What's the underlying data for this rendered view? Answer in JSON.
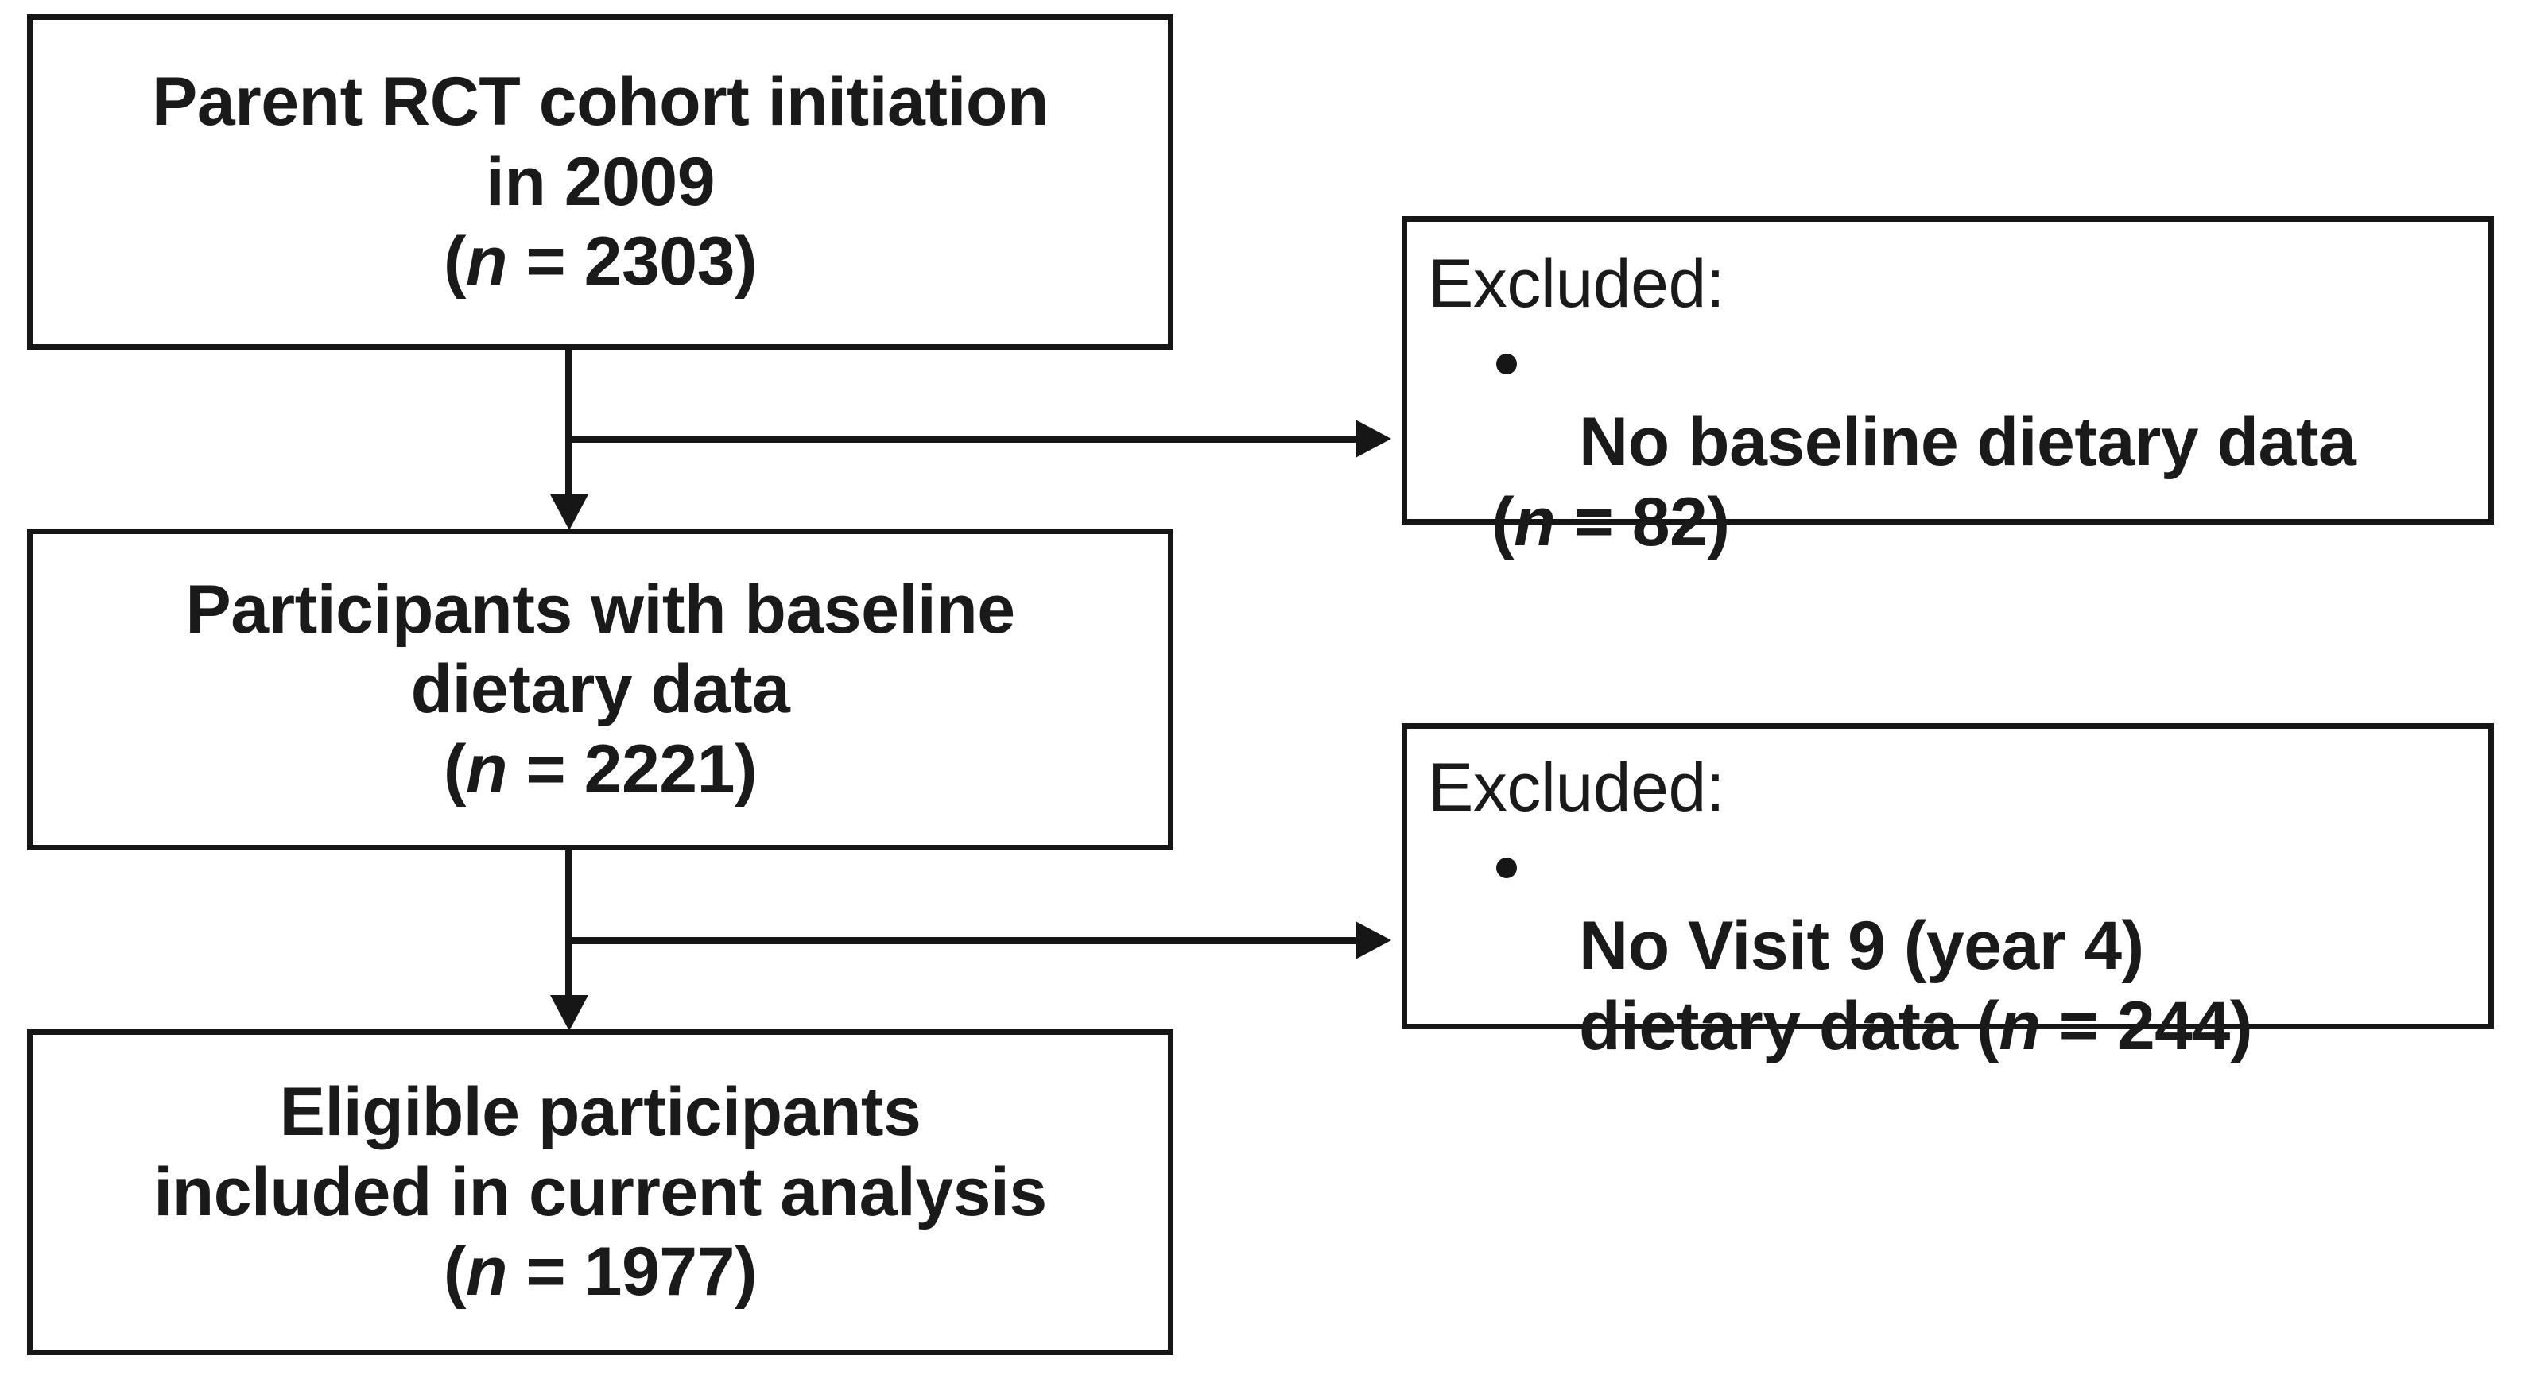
{
  "diagram": {
    "type": "participant-flow-chart",
    "title": "Study participant flow diagram",
    "accent_color": "#161616",
    "background_color": "#ffffff"
  },
  "boxes": {
    "cohort_initiation": {
      "line1": "Parent RCT cohort initiation",
      "line2": "in 2009",
      "n_open": "(",
      "n_symbol": "n",
      "n_equals": " = ",
      "n_value": "2303",
      "n_close": ")",
      "full_text": "Parent RCT cohort initiation\nin 2009"
    },
    "baseline_participants": {
      "line1": "Participants with baseline",
      "line2": "dietary data",
      "n_open": "(",
      "n_symbol": "n",
      "n_equals": " = ",
      "n_value": "2221",
      "n_close": ")",
      "full_text": "Participants with baseline\ndietary data"
    },
    "eligible_participants": {
      "line1": "Eligible participants",
      "line2": "included in current analysis",
      "n_open": "(",
      "n_symbol": "n",
      "n_equals": " = ",
      "n_value": "1977",
      "n_close": ")",
      "full_text": "Eligible participants\nincluded in current analysis"
    }
  },
  "exclusions": [
    {
      "heading": "Excluded:",
      "reason_line1": "No baseline dietary data",
      "reason_line2": "",
      "n_open": "(",
      "n_symbol": "n",
      "n_equals": " = ",
      "n_value": "82",
      "n_close": ")",
      "count": 82
    },
    {
      "heading": "Excluded:",
      "reason_line1": "No Visit 9 (year 4)",
      "reason_line2": "dietary data ",
      "n_open": "(",
      "n_symbol": "n",
      "n_equals": " = ",
      "n_value": "244",
      "n_close": ")",
      "count": 244
    }
  ],
  "chart_data": {
    "type": "flowchart",
    "title": "Study participant flow diagram",
    "nodes": [
      {
        "id": "cohort_initiation",
        "label": "Parent RCT cohort initiation in 2009",
        "n": 2303
      },
      {
        "id": "baseline_participants",
        "label": "Participants with baseline dietary data",
        "n": 2221
      },
      {
        "id": "eligible_participants",
        "label": "Eligible participants included in current analysis",
        "n": 1977
      },
      {
        "id": "excluded_1",
        "label": "Excluded: No baseline dietary data",
        "n": 82
      },
      {
        "id": "excluded_2",
        "label": "Excluded: No Visit 9 (year 4) dietary data",
        "n": 244
      }
    ],
    "edges": [
      {
        "from": "cohort_initiation",
        "to": "baseline_participants",
        "direction": "down"
      },
      {
        "from": "cohort_initiation",
        "to": "excluded_1",
        "direction": "right"
      },
      {
        "from": "baseline_participants",
        "to": "eligible_participants",
        "direction": "down"
      },
      {
        "from": "baseline_participants",
        "to": "excluded_2",
        "direction": "right"
      }
    ]
  }
}
